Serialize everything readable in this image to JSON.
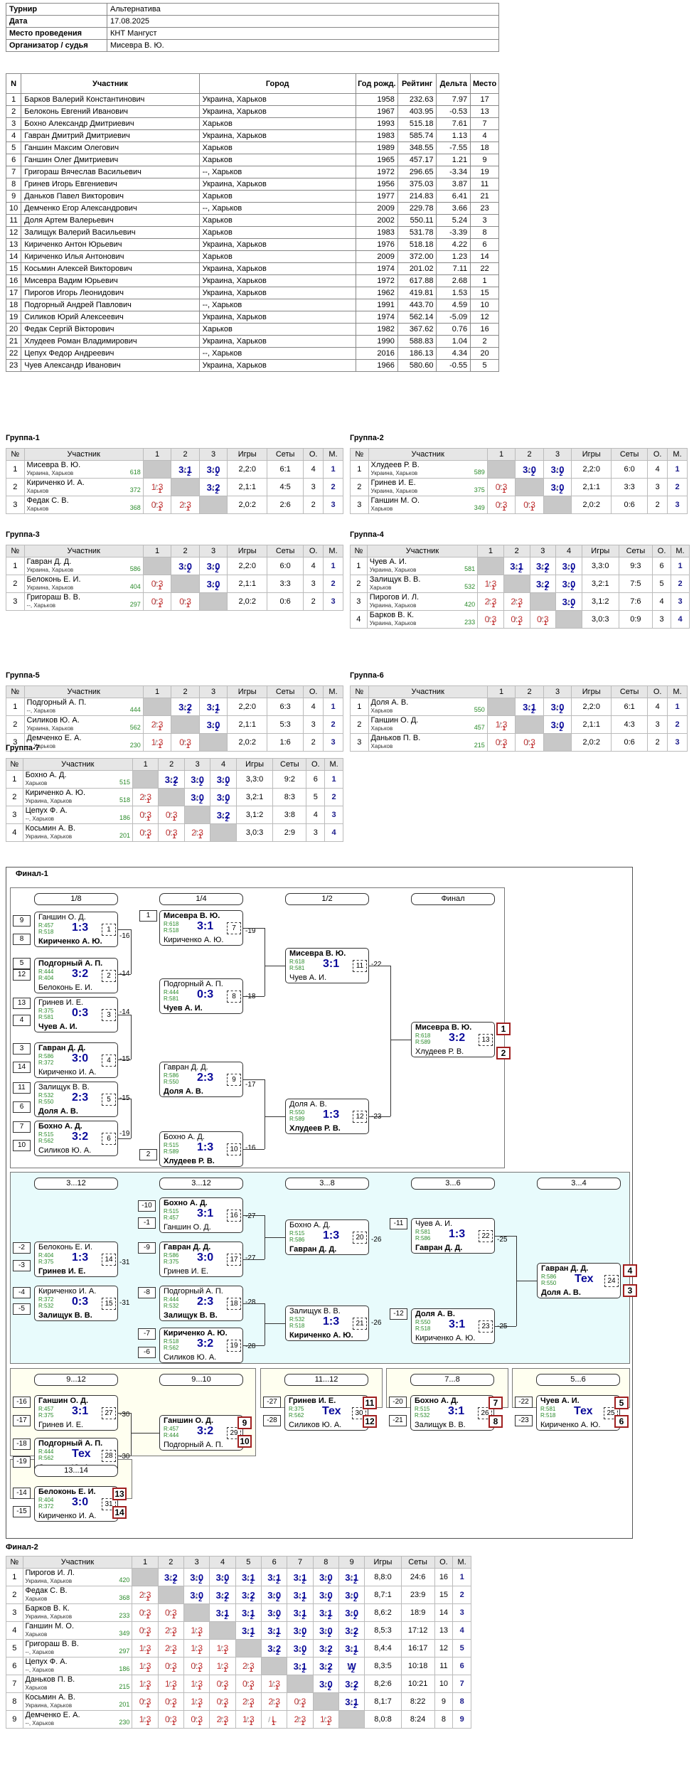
{
  "info": [
    {
      "k": "Турнир",
      "v": "Альтернатива"
    },
    {
      "k": "Дата",
      "v": "17.08.2025"
    },
    {
      "k": "Место проведения",
      "v": "КНТ Мангуст"
    },
    {
      "k": "Организатор / судья",
      "v": "Мисевра В. Ю."
    }
  ],
  "players_header": [
    "N",
    "Участник",
    "Город",
    "Год рожд.",
    "Рейтинг",
    "Дельта",
    "Место"
  ],
  "players": [
    [
      "1",
      "Барков Валерий Константинович",
      "Украина, Харьков",
      "1958",
      "232.63",
      "7.97",
      "17"
    ],
    [
      "2",
      "Белоконь Евгений Иванович",
      "Украина, Харьков",
      "1967",
      "403.95",
      "-0.53",
      "13"
    ],
    [
      "3",
      "Бохно Александр Дмитриевич",
      "Харьков",
      "1993",
      "515.18",
      "7.61",
      "7"
    ],
    [
      "4",
      "Гавран Дмитрий Дмитриевич",
      "Украина, Харьков",
      "1983",
      "585.74",
      "1.13",
      "4"
    ],
    [
      "5",
      "Ганшин Максим Олегович",
      "Харьков",
      "1989",
      "348.55",
      "-7.55",
      "18"
    ],
    [
      "6",
      "Ганшин Олег Дмитриевич",
      "Харьков",
      "1965",
      "457.17",
      "1.21",
      "9"
    ],
    [
      "7",
      "Григораш Вячеслав Васильевич",
      "--, Харьков",
      "1972",
      "296.65",
      "-3.34",
      "19"
    ],
    [
      "8",
      "Гринев Игорь Евгениевич",
      "Украина, Харьков",
      "1956",
      "375.03",
      "3.87",
      "11"
    ],
    [
      "9",
      "Даньков Павел Викторович",
      "Харьков",
      "1977",
      "214.83",
      "6.41",
      "21"
    ],
    [
      "10",
      "Демченко Егор Александрович",
      "--, Харьков",
      "2009",
      "229.78",
      "3.66",
      "23"
    ],
    [
      "11",
      "Доля Артем Валерьевич",
      "Харьков",
      "2002",
      "550.11",
      "5.24",
      "3"
    ],
    [
      "12",
      "Залищук Валерий Васильевич",
      "Харьков",
      "1983",
      "531.78",
      "-3.39",
      "8"
    ],
    [
      "13",
      "Кириченко Антон Юрьевич",
      "Украина, Харьков",
      "1976",
      "518.18",
      "4.22",
      "6"
    ],
    [
      "14",
      "Кириченко Илья Антонович",
      "Харьков",
      "2009",
      "372.00",
      "1.23",
      "14"
    ],
    [
      "15",
      "Косьмин Алексей Викторович",
      "Украина, Харьков",
      "1974",
      "201.02",
      "7.11",
      "22"
    ],
    [
      "16",
      "Мисевра Вадим Юрьевич",
      "Украина, Харьков",
      "1972",
      "617.88",
      "2.68",
      "1"
    ],
    [
      "17",
      "Пирогов Игорь Леонидович",
      "Украина, Харьков",
      "1962",
      "419.81",
      "1.53",
      "15"
    ],
    [
      "18",
      "Подгорный Андрей Павлович",
      "--, Харьков",
      "1991",
      "443.70",
      "4.59",
      "10"
    ],
    [
      "19",
      "Силиков Юрий Алексеевич",
      "Украина, Харьков",
      "1974",
      "562.14",
      "-5.09",
      "12"
    ],
    [
      "20",
      "Федак Сергій Вікторович",
      "Харьков",
      "1982",
      "367.62",
      "0.76",
      "16"
    ],
    [
      "21",
      "Хлудеев Роман Владимирович",
      "Украина, Харьков",
      "1990",
      "588.83",
      "1.04",
      "2"
    ],
    [
      "22",
      "Цепух Федор Андреевич",
      "--, Харьков",
      "2016",
      "186.13",
      "4.34",
      "20"
    ],
    [
      "23",
      "Чуев Александр Иванович",
      "Украина, Харьков",
      "1966",
      "580.60",
      "-0.55",
      "5"
    ]
  ],
  "groups": [
    {
      "title": "Группа-1",
      "cols": [
        "№",
        "Участник",
        "1",
        "2",
        "3",
        "Игры",
        "Сеты",
        "О.",
        "М."
      ],
      "rows": [
        {
          "n": "1",
          "name": "Мисевра В. Ю.",
          "city": "Украина, Харьков",
          "r": "618",
          "res": [
            "self",
            "3:1w2",
            "3:0w2"
          ],
          "g": "2,2:0",
          "s": "6:1",
          "o": "4",
          "m": "1"
        },
        {
          "n": "2",
          "name": "Кириченко И. А.",
          "city": "Харьков",
          "r": "372",
          "res": [
            "1:3l1",
            "self",
            "3:2w2"
          ],
          "g": "2,1:1",
          "s": "4:5",
          "o": "3",
          "m": "2"
        },
        {
          "n": "3",
          "name": "Федак С. В.",
          "city": "Харьков",
          "r": "368",
          "res": [
            "0:3l1",
            "2:3l1",
            "self"
          ],
          "g": "2,0:2",
          "s": "2:6",
          "o": "2",
          "m": "3"
        }
      ]
    },
    {
      "title": "Группа-2",
      "cols": [
        "№",
        "Участник",
        "1",
        "2",
        "3",
        "Игры",
        "Сеты",
        "О.",
        "М."
      ],
      "rows": [
        {
          "n": "1",
          "name": "Хлудеев Р. В.",
          "city": "Украина, Харьков",
          "r": "589",
          "res": [
            "self",
            "3:0w2",
            "3:0w2"
          ],
          "g": "2,2:0",
          "s": "6:0",
          "o": "4",
          "m": "1"
        },
        {
          "n": "2",
          "name": "Гринев И. Е.",
          "city": "Украина, Харьков",
          "r": "375",
          "res": [
            "0:3l1",
            "self",
            "3:0w2"
          ],
          "g": "2,1:1",
          "s": "3:3",
          "o": "3",
          "m": "2"
        },
        {
          "n": "3",
          "name": "Ганшин М. О.",
          "city": "Харьков",
          "r": "349",
          "res": [
            "0:3l1",
            "0:3l1",
            "self"
          ],
          "g": "2,0:2",
          "s": "0:6",
          "o": "2",
          "m": "3"
        }
      ]
    },
    {
      "title": "Группа-3",
      "cols": [
        "№",
        "Участник",
        "1",
        "2",
        "3",
        "Игры",
        "Сеты",
        "О.",
        "М."
      ],
      "rows": [
        {
          "n": "1",
          "name": "Гавран Д. Д.",
          "city": "Украина, Харьков",
          "r": "586",
          "res": [
            "self",
            "3:0w2",
            "3:0w2"
          ],
          "g": "2,2:0",
          "s": "6:0",
          "o": "4",
          "m": "1"
        },
        {
          "n": "2",
          "name": "Белоконь Е. И.",
          "city": "Украина, Харьков",
          "r": "404",
          "res": [
            "0:3l1",
            "self",
            "3:0w2"
          ],
          "g": "2,1:1",
          "s": "3:3",
          "o": "3",
          "m": "2"
        },
        {
          "n": "3",
          "name": "Григораш В. В.",
          "city": "--, Харьков",
          "r": "297",
          "res": [
            "0:3l1",
            "0:3l1",
            "self"
          ],
          "g": "2,0:2",
          "s": "0:6",
          "o": "2",
          "m": "3"
        }
      ]
    },
    {
      "title": "Группа-4",
      "cols": [
        "№",
        "Участник",
        "1",
        "2",
        "3",
        "4",
        "Игры",
        "Сеты",
        "О.",
        "М."
      ],
      "rows": [
        {
          "n": "1",
          "name": "Чуев А. И.",
          "city": "Украина, Харьков",
          "r": "581",
          "res": [
            "self",
            "3:1w2",
            "3:2w2",
            "3:0w2"
          ],
          "g": "3,3:0",
          "s": "9:3",
          "o": "6",
          "m": "1"
        },
        {
          "n": "2",
          "name": "Залищук В. В.",
          "city": "Харьков",
          "r": "532",
          "res": [
            "1:3l1",
            "self",
            "3:2w2",
            "3:0w2"
          ],
          "g": "3,2:1",
          "s": "7:5",
          "o": "5",
          "m": "2"
        },
        {
          "n": "3",
          "name": "Пирогов И. Л.",
          "city": "Украина, Харьков",
          "r": "420",
          "res": [
            "2:3l1",
            "2:3l1",
            "self",
            "3:0w2"
          ],
          "g": "3,1:2",
          "s": "7:6",
          "o": "4",
          "m": "3"
        },
        {
          "n": "4",
          "name": "Барков В. К.",
          "city": "Украина, Харьков",
          "r": "233",
          "res": [
            "0:3l1",
            "0:3l1",
            "0:3l1",
            "self"
          ],
          "g": "3,0:3",
          "s": "0:9",
          "o": "3",
          "m": "4"
        }
      ]
    },
    {
      "title": "Группа-5",
      "cols": [
        "№",
        "Участник",
        "1",
        "2",
        "3",
        "Игры",
        "Сеты",
        "О.",
        "М."
      ],
      "rows": [
        {
          "n": "1",
          "name": "Подгорный А. П.",
          "city": "--, Харьков",
          "r": "444",
          "res": [
            "self",
            "3:2w2",
            "3:1w2"
          ],
          "g": "2,2:0",
          "s": "6:3",
          "o": "4",
          "m": "1"
        },
        {
          "n": "2",
          "name": "Силиков Ю. А.",
          "city": "Украина, Харьков",
          "r": "562",
          "res": [
            "2:3l1",
            "self",
            "3:0w2"
          ],
          "g": "2,1:1",
          "s": "5:3",
          "o": "3",
          "m": "2"
        },
        {
          "n": "3",
          "name": "Демченко Е. А.",
          "city": "--, Харьков",
          "r": "230",
          "res": [
            "1:3l1",
            "0:3l1",
            "self"
          ],
          "g": "2,0:2",
          "s": "1:6",
          "o": "2",
          "m": "3"
        }
      ]
    },
    {
      "title": "Группа-6",
      "cols": [
        "№",
        "Участник",
        "1",
        "2",
        "3",
        "Игры",
        "Сеты",
        "О.",
        "М."
      ],
      "rows": [
        {
          "n": "1",
          "name": "Доля А. В.",
          "city": "Харьков",
          "r": "550",
          "res": [
            "self",
            "3:1w2",
            "3:0w2"
          ],
          "g": "2,2:0",
          "s": "6:1",
          "o": "4",
          "m": "1"
        },
        {
          "n": "2",
          "name": "Ганшин О. Д.",
          "city": "Харьков",
          "r": "457",
          "res": [
            "1:3l1",
            "self",
            "3:0w2"
          ],
          "g": "2,1:1",
          "s": "4:3",
          "o": "3",
          "m": "2"
        },
        {
          "n": "3",
          "name": "Даньков П. В.",
          "city": "Харьков",
          "r": "215",
          "res": [
            "0:3l1",
            "0:3l1",
            "self"
          ],
          "g": "2,0:2",
          "s": "0:6",
          "o": "2",
          "m": "3"
        }
      ]
    },
    {
      "title": "Группа-7",
      "cols": [
        "№",
        "Участник",
        "1",
        "2",
        "3",
        "4",
        "Игры",
        "Сеты",
        "О.",
        "М."
      ],
      "rows": [
        {
          "n": "1",
          "name": "Бохно А. Д.",
          "city": "Харьков",
          "r": "515",
          "res": [
            "self",
            "3:2w2",
            "3:0w2",
            "3:0w2"
          ],
          "g": "3,3:0",
          "s": "9:2",
          "o": "6",
          "m": "1"
        },
        {
          "n": "2",
          "name": "Кириченко А. Ю.",
          "city": "Украина, Харьков",
          "r": "518",
          "res": [
            "2:3l1",
            "self",
            "3:0w2",
            "3:0w2"
          ],
          "g": "3,2:1",
          "s": "8:3",
          "o": "5",
          "m": "2"
        },
        {
          "n": "3",
          "name": "Цепух Ф. А.",
          "city": "--, Харьков",
          "r": "186",
          "res": [
            "0:3l1",
            "0:3l1",
            "self",
            "3:2w2"
          ],
          "g": "3,1:2",
          "s": "3:8",
          "o": "4",
          "m": "3"
        },
        {
          "n": "4",
          "name": "Косьмин А. В.",
          "city": "Украина, Харьков",
          "r": "201",
          "res": [
            "0:3l1",
            "0:3l1",
            "2:3l1",
            "self"
          ],
          "g": "3,0:3",
          "s": "2:9",
          "o": "3",
          "m": "4"
        }
      ]
    }
  ],
  "final1": {
    "title": "Финал-1",
    "main_headers": [
      "1/8",
      "1/4",
      "1/2",
      "Финал"
    ],
    "cons_headers": [
      "3...12",
      "3...12",
      "3...8",
      "3...6",
      "3...4"
    ],
    "low_headers": [
      "9...12",
      "9...10",
      "11...12",
      "7...8",
      "5...6",
      "13...14"
    ]
  },
  "final2": {
    "title": "Финал-2",
    "cols": [
      "№",
      "Участник",
      "1",
      "2",
      "3",
      "4",
      "5",
      "6",
      "7",
      "8",
      "9",
      "Игры",
      "Сеты",
      "О.",
      "М."
    ],
    "rows": [
      {
        "n": "1",
        "name": "Пирогов И. Л.",
        "city": "Украина, Харьков",
        "r": "420",
        "res": [
          "self",
          "3:2w2",
          "3:0w2",
          "3:0w2",
          "3:1w2",
          "3:1w2",
          "3:1w2",
          "3:0w2",
          "3:1w2"
        ],
        "g": "8,8:0",
        "s": "24:6",
        "o": "16",
        "m": "1"
      },
      {
        "n": "2",
        "name": "Федак С. В.",
        "city": "Харьков",
        "r": "368",
        "res": [
          "2:3l1",
          "self",
          "3:0w2",
          "3:2w2",
          "3:2w2",
          "3:0w2",
          "3:1w2",
          "3:0w2",
          "3:0w2"
        ],
        "g": "8,7:1",
        "s": "23:9",
        "o": "15",
        "m": "2"
      },
      {
        "n": "3",
        "name": "Барков В. К.",
        "city": "Украина, Харьков",
        "r": "233",
        "res": [
          "0:3l1",
          "0:3l1",
          "self",
          "3:1w2",
          "3:1w2",
          "3:0w2",
          "3:1w2",
          "3:1w2",
          "3:0w2"
        ],
        "g": "8,6:2",
        "s": "18:9",
        "o": "14",
        "m": "3"
      },
      {
        "n": "4",
        "name": "Ганшин М. О.",
        "city": "Харьков",
        "r": "349",
        "res": [
          "0:3l1",
          "2:3l1",
          "1:3l1",
          "self",
          "3:1w2",
          "3:1w2",
          "3:0w2",
          "3:0w2",
          "3:2w2"
        ],
        "g": "8,5:3",
        "s": "17:12",
        "o": "13",
        "m": "4"
      },
      {
        "n": "5",
        "name": "Григораш В. В.",
        "city": "--, Харьков",
        "r": "297",
        "res": [
          "1:3l1",
          "2:3l1",
          "1:3l1",
          "1:3l1",
          "self",
          "3:2w2",
          "3:0w2",
          "3:2w2",
          "3:1w2"
        ],
        "g": "8,4:4",
        "s": "16:17",
        "o": "12",
        "m": "5"
      },
      {
        "n": "6",
        "name": "Цепух Ф. А.",
        "city": "--, Харьков",
        "r": "186",
        "res": [
          "1:3l1",
          "0:3l1",
          "0:3l1",
          "1:3l1",
          "2:3l1",
          "self",
          "3:1w2",
          "3:2w2",
          "W:w2"
        ],
        "g": "8,3:5",
        "s": "10:18",
        "o": "11",
        "m": "6"
      },
      {
        "n": "7",
        "name": "Даньков П. В.",
        "city": "Харьков",
        "r": "215",
        "res": [
          "1:3l1",
          "1:3l1",
          "1:3l1",
          "0:3l1",
          "0:3l1",
          "1:3l1",
          "self",
          "3:0w2",
          "3:2w2"
        ],
        "g": "8,2:6",
        "s": "10:21",
        "o": "10",
        "m": "7"
      },
      {
        "n": "8",
        "name": "Косьмин А. В.",
        "city": "Украина, Харьков",
        "r": "201",
        "res": [
          "0:3l1",
          "0:3l1",
          "1:3l1",
          "0:3l1",
          "2:3l1",
          "2:3l1",
          "0:3l1",
          "self",
          "3:1w2"
        ],
        "g": "8,1:7",
        "s": "8:22",
        "o": "9",
        "m": "8"
      },
      {
        "n": "9",
        "name": "Демченко Е. А.",
        "city": "--, Харьков",
        "r": "230",
        "res": [
          "1:3l1",
          "0:3l1",
          "0:3l1",
          "2:3l1",
          "1:3l1",
          "L:l1",
          "2:3l1",
          "1:3l1",
          "self"
        ],
        "g": "8,0:8",
        "s": "8:24",
        "o": "8",
        "m": "9"
      }
    ]
  }
}
